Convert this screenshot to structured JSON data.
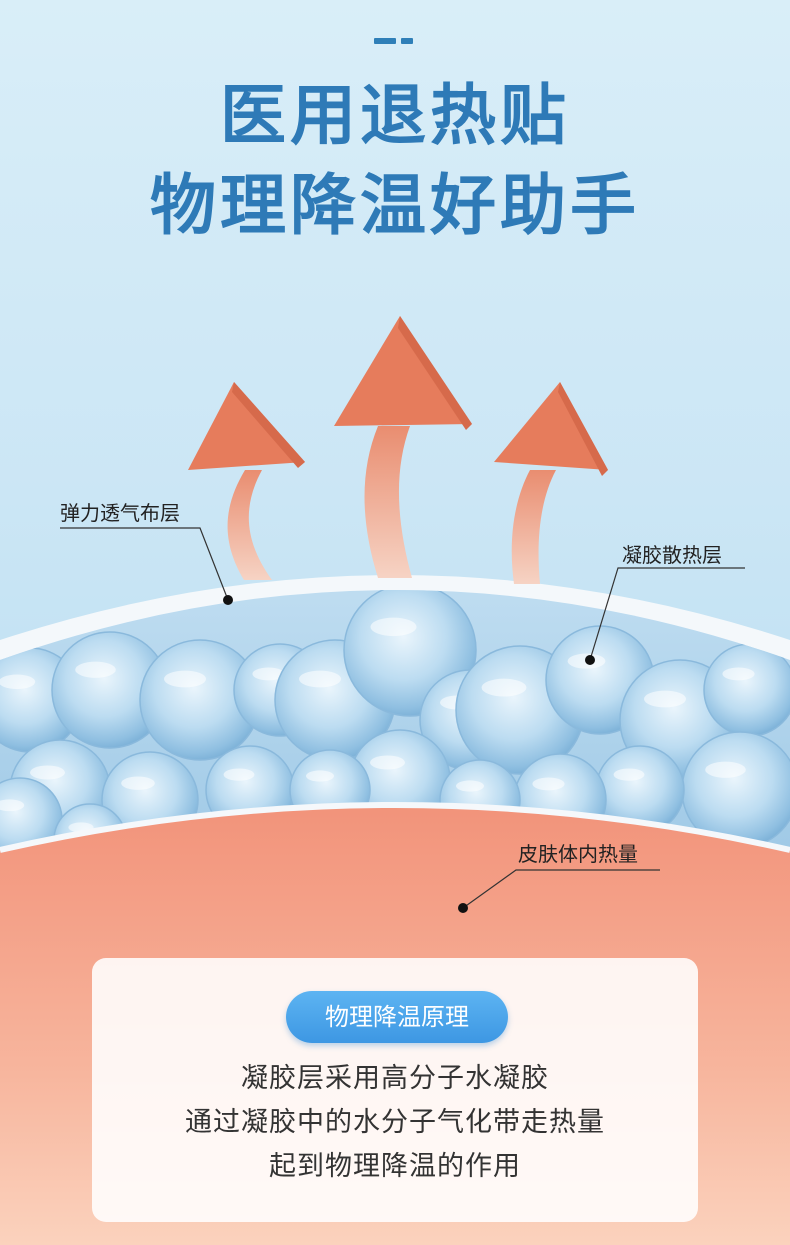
{
  "header": {
    "title_line1": "医用退热贴",
    "title_line2": "物理降温好助手"
  },
  "layers": {
    "fabric_label": "弹力透气布层",
    "gel_label": "凝胶散热层",
    "skin_label": "皮肤体内热量"
  },
  "principle": {
    "badge": "物理降温原理",
    "lines": [
      "凝胶层采用高分子水凝胶",
      "通过凝胶中的水分子气化带走热量",
      "起到物理降温的作用"
    ]
  },
  "colors": {
    "title": "#2e7ab7",
    "arrow": "#e98a6a",
    "gel": "#a9d0ec",
    "skin": "#f4a488",
    "badge": "#4aa6ec"
  },
  "icons": [
    "heat-arrow-icon",
    "gel-bubble-icon"
  ]
}
